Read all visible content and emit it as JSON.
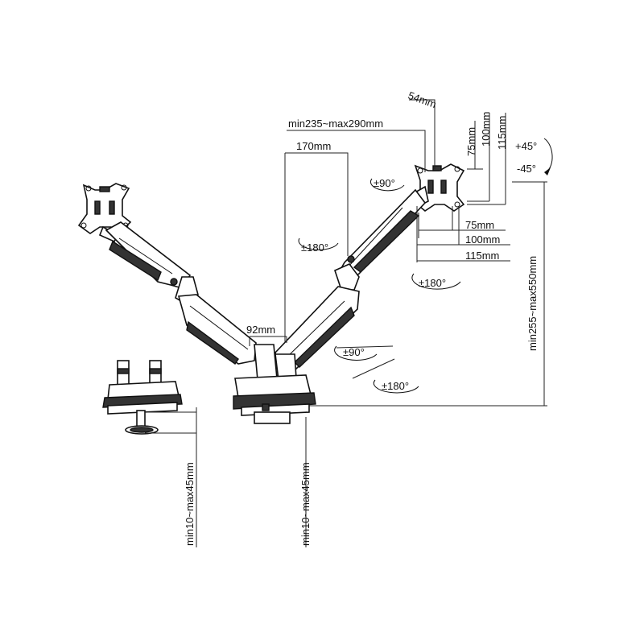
{
  "dimensions": {
    "vesa_offset": "54mm",
    "reach_range": "min235~max290mm",
    "arm_segment": "170mm",
    "pole_spacing": "92mm",
    "vesa_h_75": "75mm",
    "vesa_h_100": "100mm",
    "vesa_h_115": "115mm",
    "vesa_v_75": "75mm",
    "vesa_v_100": "100mm",
    "vesa_v_115": "115mm",
    "height_range": "min255~max550mm",
    "clamp_range_grommet": "min10~max45mm",
    "clamp_range_clamp": "min10~max45mm"
  },
  "rotations": {
    "tilt_up": "+45°",
    "tilt_down": "-45°",
    "swivel_head": "±90°",
    "rotate_arm_upper": "±180°",
    "rotate_arm_lower": "±180°",
    "swivel_lower": "±90°",
    "rotate_base": "±180°"
  }
}
